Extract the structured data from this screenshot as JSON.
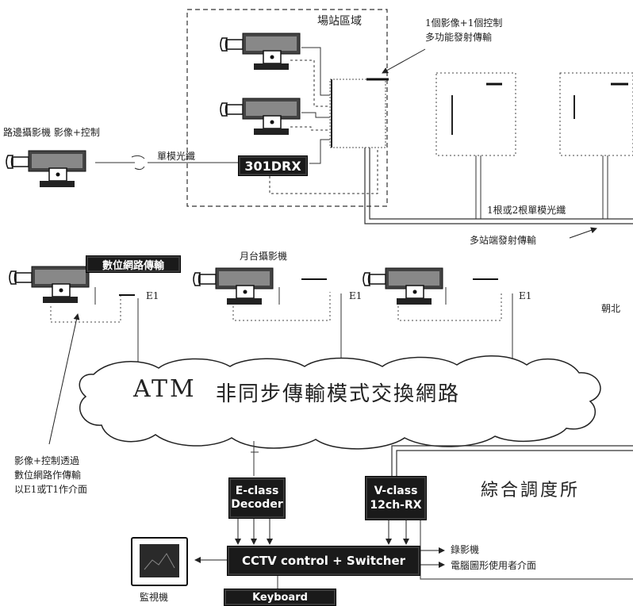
{
  "labels": {
    "station_area": "場站區域",
    "multi_tx_line1": "1個影像+1個控制",
    "multi_tx_line2": "多功能發射傳輸",
    "roadside_camera": "路邊攝影機  影像+控制",
    "singlemode_fiber": "單模光纖",
    "drx_box": "301DRX",
    "fiber_12": "1根或2根單模光纖",
    "multi_site_tx": "多站端發射傳輸",
    "digital_net_tx": "數位網路傳輸",
    "platform_camera": "月台攝影機",
    "e1_a": "E1",
    "e1_b": "E1",
    "e1_c": "E1",
    "north": "朝北",
    "atm": "ATM",
    "atm_desc": "非同步傳輸模式交換網路",
    "note_line1": "影像+控制透過",
    "note_line2": "數位網路作傳輸",
    "note_line3": "以E1或T1作介面",
    "decoder_line1": "E-class",
    "decoder_line2": "Decoder",
    "vclass_line1": "V-class",
    "vclass_line2": "12ch-RX",
    "control_center": "綜合調度所",
    "cctv_switcher": "CCTV control + Switcher",
    "recorder": "錄影機",
    "pc_interface": "電腦圖形使用者介面",
    "monitor": "監視機",
    "keyboard": "Keyboard"
  },
  "colors": {
    "ink": "#1a1a1a",
    "line": "#333333",
    "paper": "#ffffff"
  }
}
